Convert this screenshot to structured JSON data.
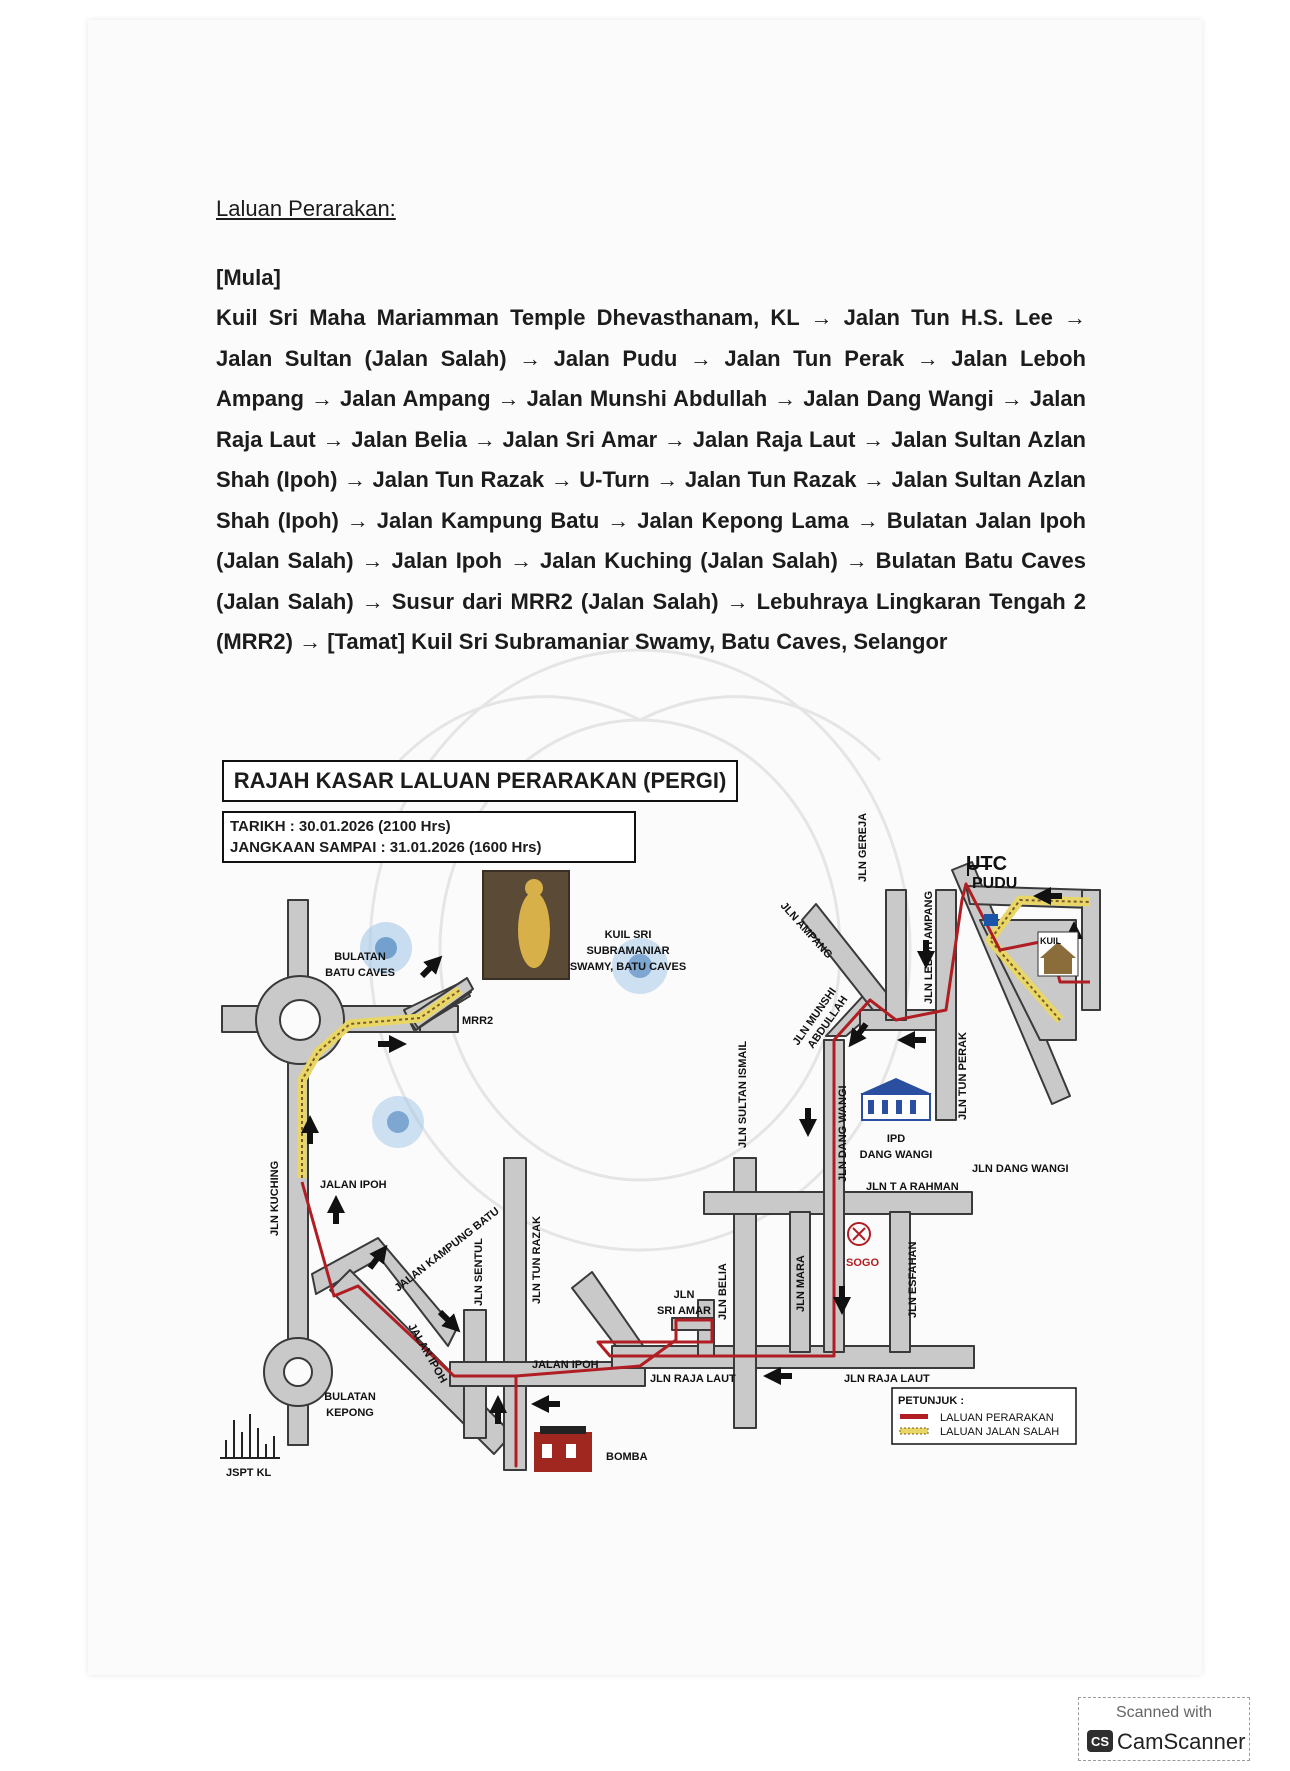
{
  "document": {
    "heading": "Laluan Perarakan:",
    "start_label": "[Mula]",
    "route_text": "Kuil Sri Maha Mariamman Temple Dhevasthanam, KL → Jalan Tun H.S. Lee → Jalan Sultan (Jalan Salah) → Jalan Pudu → Jalan Tun Perak → Jalan Leboh Ampang → Jalan Ampang → Jalan Munshi Abdullah → Jalan Dang Wangi → Jalan Raja Laut → Jalan Belia → Jalan Sri Amar → Jalan Raja Laut → Jalan Sultan Azlan Shah (Ipoh) → Jalan Tun Razak → U-Turn → Jalan Tun Razak → Jalan Sultan Azlan Shah (Ipoh) → Jalan Kampung Batu → Jalan Kepong Lama → Bulatan Jalan Ipoh (Jalan Salah) → Jalan Ipoh → Jalan Kuching (Jalan Salah) → Bulatan Batu Caves (Jalan Salah) → Susur dari MRR2 (Jalan Salah) → Lebuhraya Lingkaran Tengah 2 (MRR2) → [Tamat] Kuil Sri Subramaniar Swamy, Batu Caves, Selangor"
  },
  "map": {
    "title": "RAJAH KASAR LALUAN PERARAKAN (PERGI)",
    "tarikh": "TARIKH : 30.01.2026 (2100 Hrs)",
    "jangkaan": "JANGKAAN SAMPAI : 31.01.2026 (1600 Hrs)",
    "colors": {
      "road": "#c9c9c9",
      "road_edge": "#3a3a3a",
      "route": "#b01e23",
      "wrong_route": "#e8d766"
    },
    "labels": {
      "bulatan_batu_caves_1": "BULATAN",
      "bulatan_batu_caves_2": "BATU CAVES",
      "kuil_sri_1": "KUIL SRI",
      "kuil_sri_2": "SUBRAMANIAR",
      "kuil_sri_3": "SWAMY, BATU CAVES",
      "mrr2": "MRR2",
      "jalan_ipoh_north": "JALAN IPOH",
      "jln_kuching": "JLN KUCHING",
      "jalan_kampung_batu": "JALAN KAMPUNG BATU",
      "jalan_ipoh_diag": "JALAN IPOH",
      "jln_sentul": "JLN SENTUL",
      "jln_tun_razak": "JLN TUN RAZAK",
      "jalan_ipoh_south": "JALAN IPOH",
      "bulatan_kepong_1": "BULATAN",
      "bulatan_kepong_2": "KEPONG",
      "jspt": "JSPT KL",
      "bomba": "BOMBA",
      "jln_sultan_ismail": "JLN SULTAN ISMAIL",
      "jln_sri_amar_1": "JLN",
      "jln_sri_amar_2": "SRI AMAR",
      "jln_belia": "JLN BELIA",
      "jln_raja_laut_1": "JLN RAJA LAUT",
      "jln_raja_laut_2": "JLN RAJA LAUT",
      "jln_mara": "JLN MARA",
      "jln_esfahan": "JLN ESFAHAN",
      "sogo": "SOGO",
      "jln_t_a_rahman": "JLN T A RAHMAN",
      "jln_dang_wangi_v": "JLN DANG WANGI",
      "jln_dang_wangi_h": "JLN DANG WANGI",
      "ipd_1": "IPD",
      "ipd_2": "DANG WANGI",
      "jln_munshi_1": "JLN MUNSHI",
      "jln_munshi_2": "ABDULLAH",
      "jln_ampang": "JLN AMPANG",
      "jln_gereja": "JLN GEREJA",
      "jln_leboh_ampang": "JLN LEBOH AMPANG",
      "jln_tun_perak": "JLN TUN PERAK",
      "utc": "UTC",
      "pudu": "PUDU",
      "kuil": "KUIL"
    },
    "legend": {
      "title": "PETUNJUK :",
      "route": "LALUAN PERARAKAN",
      "wrong": "LALUAN JALAN SALAH"
    }
  },
  "footer": {
    "scanned_with": "Scanned with",
    "cs_logo": "CS",
    "camscanner": "CamScanner"
  }
}
